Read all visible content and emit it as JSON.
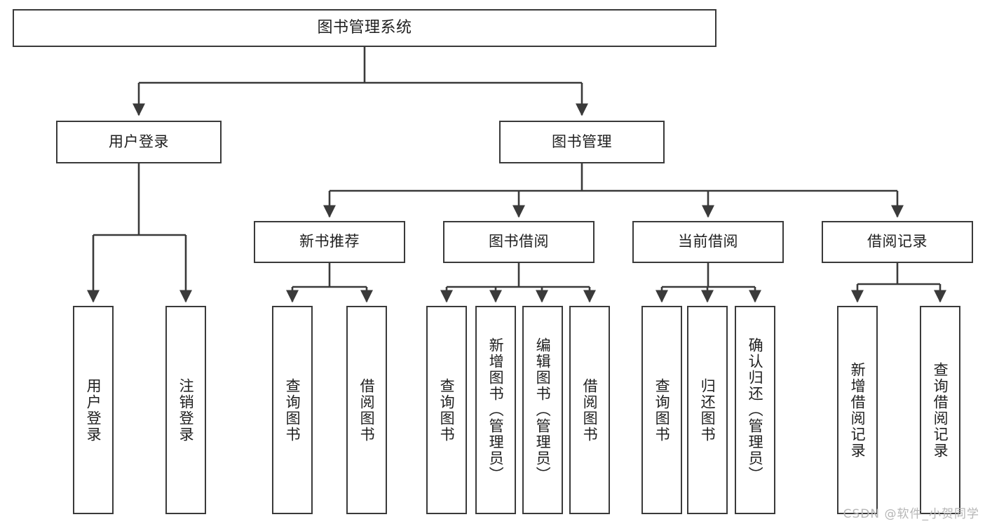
{
  "diagram": {
    "title": "图书管理系统",
    "type": "tree",
    "orientation": "top-down",
    "colors": {
      "stroke": "#3a3a3a",
      "fill": "#ffffff",
      "text": "#1f1f1f",
      "watermark": "#b6b6b6"
    }
  },
  "watermark": {
    "text": "CSDN @软件_小贺同学"
  },
  "nodes": {
    "root": {
      "label": "图书管理系统"
    },
    "level1": [
      {
        "id": "user-login",
        "label": "用户登录"
      },
      {
        "id": "book-manage",
        "label": "图书管理"
      }
    ],
    "level2": [
      {
        "id": "new-book-recommend",
        "label": "新书推荐"
      },
      {
        "id": "book-borrow",
        "label": "图书借阅"
      },
      {
        "id": "current-borrow",
        "label": "当前借阅"
      },
      {
        "id": "borrow-record",
        "label": "借阅记录"
      }
    ],
    "leaves": {
      "user_login": [
        {
          "id": "leaf-user-login",
          "label": "用户登录"
        },
        {
          "id": "leaf-logout-login",
          "label": "注销登录"
        }
      ],
      "new_book_recommend": [
        {
          "id": "leaf-query-book-1",
          "label": "查询图书"
        },
        {
          "id": "leaf-borrow-book-1",
          "label": "借阅图书"
        }
      ],
      "book_borrow": [
        {
          "id": "leaf-query-book-2",
          "label": "查询图书"
        },
        {
          "id": "leaf-add-book",
          "label": "新增图书（管理员）"
        },
        {
          "id": "leaf-edit-book",
          "label": "编辑图书（管理员）"
        },
        {
          "id": "leaf-borrow-book-2",
          "label": "借阅图书"
        }
      ],
      "current_borrow": [
        {
          "id": "leaf-query-book-3",
          "label": "查询图书"
        },
        {
          "id": "leaf-return-book",
          "label": "归还图书"
        },
        {
          "id": "leaf-confirm-return",
          "label": "确认归还（管理员）"
        }
      ],
      "borrow_record": [
        {
          "id": "leaf-add-record",
          "label": "新增借阅记录"
        },
        {
          "id": "leaf-query-record",
          "label": "查询借阅记录"
        }
      ]
    }
  }
}
